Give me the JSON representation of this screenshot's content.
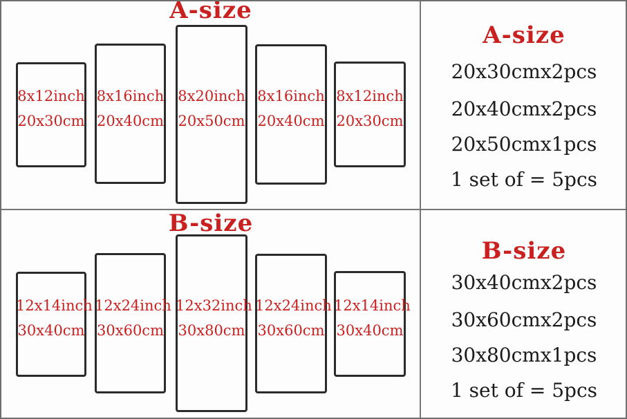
{
  "colors": {
    "accent_red": "#c92020",
    "text_black": "#1b1b1b",
    "panel_border": "#2b2b2b",
    "divider_gray": "#757575"
  },
  "sections": [
    {
      "title": "A-size",
      "panels": [
        {
          "inch": "8x12inch",
          "cm": "20x30cm"
        },
        {
          "inch": "8x16inch",
          "cm": "20x40cm"
        },
        {
          "inch": "8x20inch",
          "cm": "20x50cm"
        },
        {
          "inch": "8x16inch",
          "cm": "20x40cm"
        },
        {
          "inch": "8x12inch",
          "cm": "20x30cm"
        }
      ],
      "summary": {
        "title": "A-size",
        "lines": [
          "20x30cmx2pcs",
          "20x40cmx2pcs",
          "20x50cmx1pcs",
          "1 set of = 5pcs"
        ]
      }
    },
    {
      "title": "B-size",
      "panels": [
        {
          "inch": "12x14inch",
          "cm": "30x40cm"
        },
        {
          "inch": "12x24inch",
          "cm": "30x60cm"
        },
        {
          "inch": "12x32inch",
          "cm": "30x80cm"
        },
        {
          "inch": "12x24inch",
          "cm": "30x60cm"
        },
        {
          "inch": "12x14inch",
          "cm": "30x40cm"
        }
      ],
      "summary": {
        "title": "B-size",
        "lines": [
          "30x40cmx2pcs",
          "30x60cmx2pcs",
          "30x80cmx1pcs",
          "1 set of = 5pcs"
        ]
      }
    }
  ]
}
